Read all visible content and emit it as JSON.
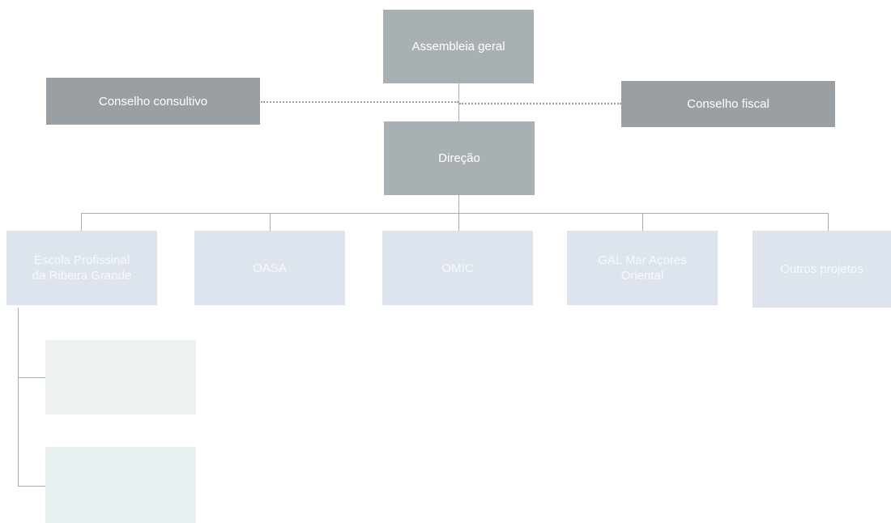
{
  "org_chart": {
    "assembly": "Assembleia geral",
    "advisory_board": "Conselho consultivo",
    "fiscal_board": "Conselho fiscal",
    "direction": "Direção",
    "units": [
      "Escola Profissinal\nda Ribeira Grande",
      "OASA",
      "OMIC",
      "GAL Mar Açores\nOriental",
      "Outros projetos"
    ],
    "sub_units": [
      "",
      ""
    ]
  },
  "colors": {
    "top_box": "#a9b0b4",
    "side_box": "#999fa3",
    "unit_box": "#dde4ee",
    "connector": "#a9aeb2"
  }
}
